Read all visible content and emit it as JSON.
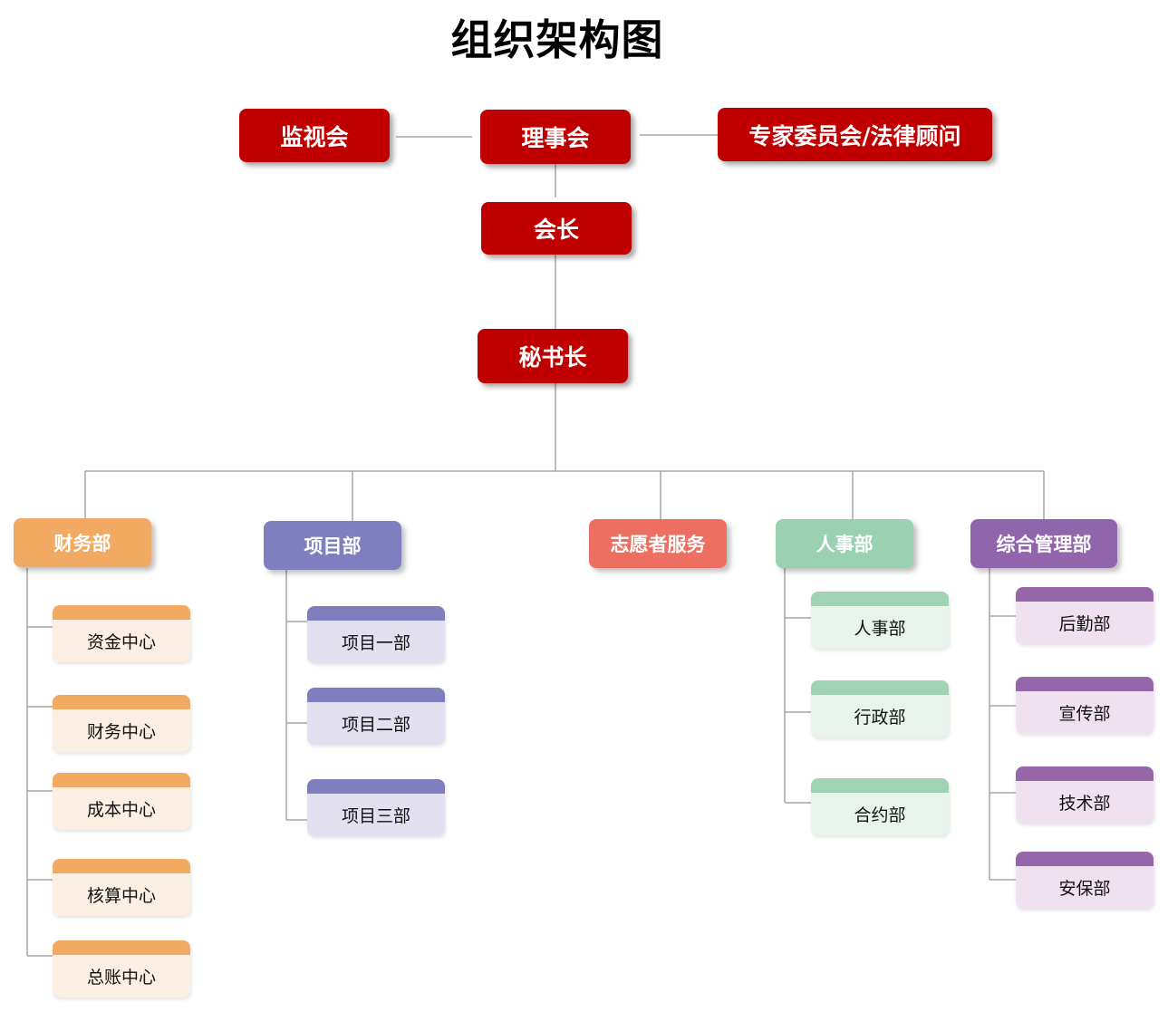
{
  "title": "组织架构图",
  "top_row": {
    "left": "监视会",
    "center": "理事会",
    "right": "专家委员会/法律顾问"
  },
  "president": "会长",
  "secretary_general": "秘书长",
  "departments": [
    {
      "label": "财务部",
      "color": "#f2a962",
      "sub_bar_color": "#f2a962",
      "sub_fill_color": "#fbefe3",
      "subs": [
        "资金中心",
        "财务中心",
        "成本中心",
        "核算中心",
        "总账中心"
      ]
    },
    {
      "label": "项目部",
      "color": "#7f7fbf",
      "sub_bar_color": "#7f7fbf",
      "sub_fill_color": "#e2dfee",
      "subs": [
        "项目一部",
        "项目二部",
        "项目三部"
      ]
    },
    {
      "label": "志愿者服务",
      "color": "#ed6f62",
      "subs": []
    },
    {
      "label": "人事部",
      "color": "#99d1b2",
      "sub_bar_color": "#9fd3b4",
      "sub_fill_color": "#e8f3ec",
      "subs": [
        "人事部",
        "行政部",
        "合约部"
      ]
    },
    {
      "label": "综合管理部",
      "color": "#9065ab",
      "sub_bar_color": "#9567aa",
      "sub_fill_color": "#efe1ef",
      "subs": [
        "后勤部",
        "宣传部",
        "技术部",
        "安保部"
      ]
    }
  ]
}
